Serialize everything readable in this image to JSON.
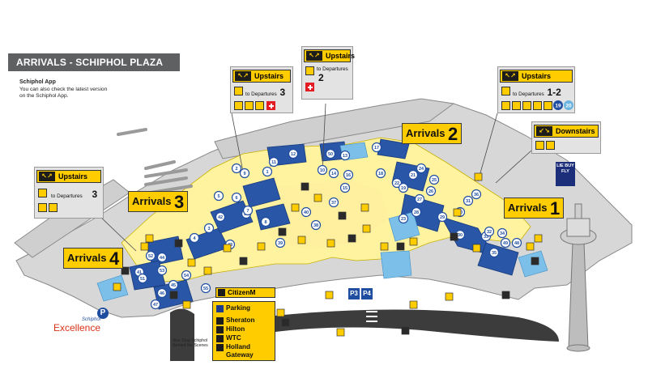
{
  "title": "ARRIVALS - SCHIPHOL PLAZA",
  "app_note": {
    "heading": "Schiphol App",
    "line1": "You can also check the latest version",
    "line2": "on the Schiphol App."
  },
  "arrival_signs": [
    {
      "label": "Arrivals",
      "number": "1"
    },
    {
      "label": "Arrivals",
      "number": "2"
    },
    {
      "label": "Arrivals",
      "number": "3"
    },
    {
      "label": "Arrivals",
      "number": "4"
    }
  ],
  "infoboxes": {
    "upstairs_left": {
      "head": "Upstairs",
      "to": "to Departures",
      "num": "3"
    },
    "upstairs_mid": {
      "head": "Upstairs",
      "to": "to Departures",
      "num": "3"
    },
    "upstairs_top": {
      "head": "Upstairs",
      "to": "to Departures",
      "num": "2"
    },
    "upstairs_right": {
      "head": "Upstairs",
      "to": "to Departures",
      "num": "1-2"
    },
    "downstairs": {
      "head": "Downstairs"
    }
  },
  "gate_circles": {
    "numbers_right": [
      "19",
      "20"
    ]
  },
  "transport": {
    "citizenm": "CitizenM",
    "hotels": [
      "Parking",
      "Sheraton",
      "Hilton",
      "WTC",
      "Holland",
      "Gateway"
    ],
    "parking": [
      "P3",
      "P4"
    ]
  },
  "bus_note": "Bus Stop Schiphol Behind the Scenes",
  "brand": {
    "schiphol": "Schiphol",
    "excellence": "Excellence",
    "lbf": "LIE BUY FLY"
  },
  "station_numbers": [
    "12",
    "11",
    "50",
    "13",
    "17",
    "2",
    "9",
    "1",
    "10",
    "14",
    "16",
    "15",
    "18",
    "21",
    "26",
    "27",
    "22",
    "19",
    "28",
    "23",
    "29",
    "20",
    "31",
    "36",
    "33",
    "32",
    "34",
    "35",
    "49",
    "48",
    "44",
    "42",
    "56",
    "3",
    "4",
    "5",
    "6",
    "7",
    "8",
    "37",
    "38",
    "39",
    "40",
    "41",
    "45",
    "46",
    "47",
    "51",
    "52",
    "53",
    "54",
    "55",
    "43",
    "24",
    "25",
    "30"
  ],
  "colors": {
    "yellow": "#ffcc00",
    "blue": "#1f4da0",
    "lightblue": "#6ab4e0",
    "grey": "#d7d7d7",
    "dark": "#3c3c3c"
  }
}
